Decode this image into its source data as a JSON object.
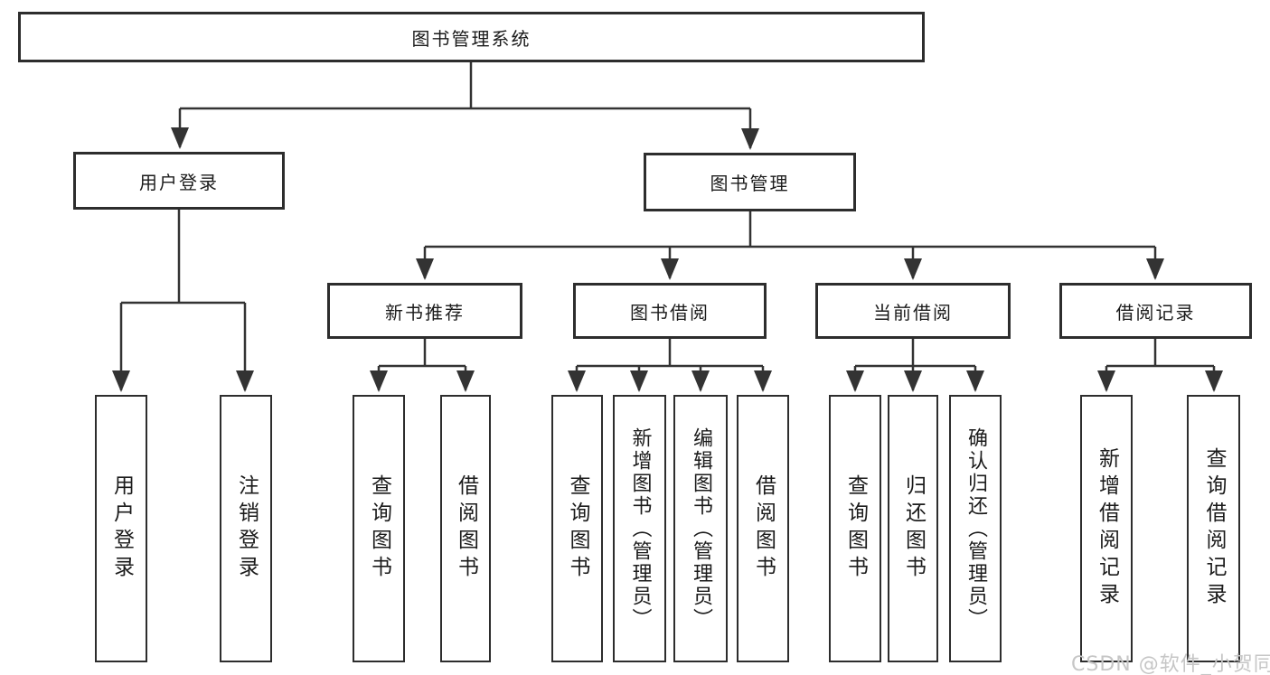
{
  "tree": {
    "root": {
      "label": "图书管理系统"
    },
    "children": [
      {
        "label": "用户登录",
        "children": [
          {
            "label": "用户登录"
          },
          {
            "label": "注销登录"
          }
        ]
      },
      {
        "label": "图书管理",
        "children": [
          {
            "label": "新书推荐",
            "children": [
              {
                "label": "查询图书"
              },
              {
                "label": "借阅图书"
              }
            ]
          },
          {
            "label": "图书借阅",
            "children": [
              {
                "label": "查询图书"
              },
              {
                "label": "新增图书（管理员）"
              },
              {
                "label": "编辑图书（管理员）"
              },
              {
                "label": "借阅图书"
              }
            ]
          },
          {
            "label": "当前借阅",
            "children": [
              {
                "label": "查询图书"
              },
              {
                "label": "归还图书"
              },
              {
                "label": "确认归还（管理员）"
              }
            ]
          },
          {
            "label": "借阅记录",
            "children": [
              {
                "label": "新增借阅记录"
              },
              {
                "label": "查询借阅记录"
              }
            ]
          }
        ]
      }
    ]
  },
  "watermark": {
    "text": "CSDN @软件_小贺同学"
  },
  "colors": {
    "line": "#333333",
    "box_border": "#2d2d2d",
    "text": "#1b1b1b",
    "watermark": "#c6c6c6",
    "background": "#ffffff"
  }
}
